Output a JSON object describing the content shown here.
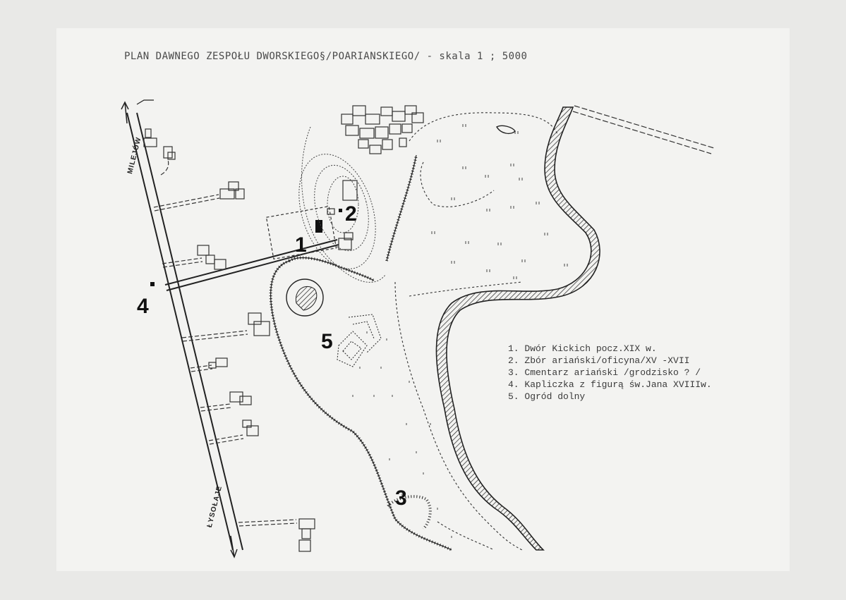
{
  "map": {
    "title": "PLAN DAWNEGO ZESPOŁU DWORSKIEGO§/POARIANSKIEGO/ - skala 1 ; 5000",
    "road_labels": {
      "north": "MILEJÓW",
      "south": "ŁYSOŁAJE"
    },
    "markers": [
      "1",
      "2",
      "3",
      "4",
      "5"
    ],
    "legend": [
      "1. Dwór Kickich pocz.XIX w.",
      "2. Zbór ariański/oficyna/XV -XVII",
      "3. Cmentarz ariański /grodzisko ? /",
      "4. Kapliczka z figurą św.Jana XVIIIw.",
      "5. Ogród dolny"
    ]
  }
}
